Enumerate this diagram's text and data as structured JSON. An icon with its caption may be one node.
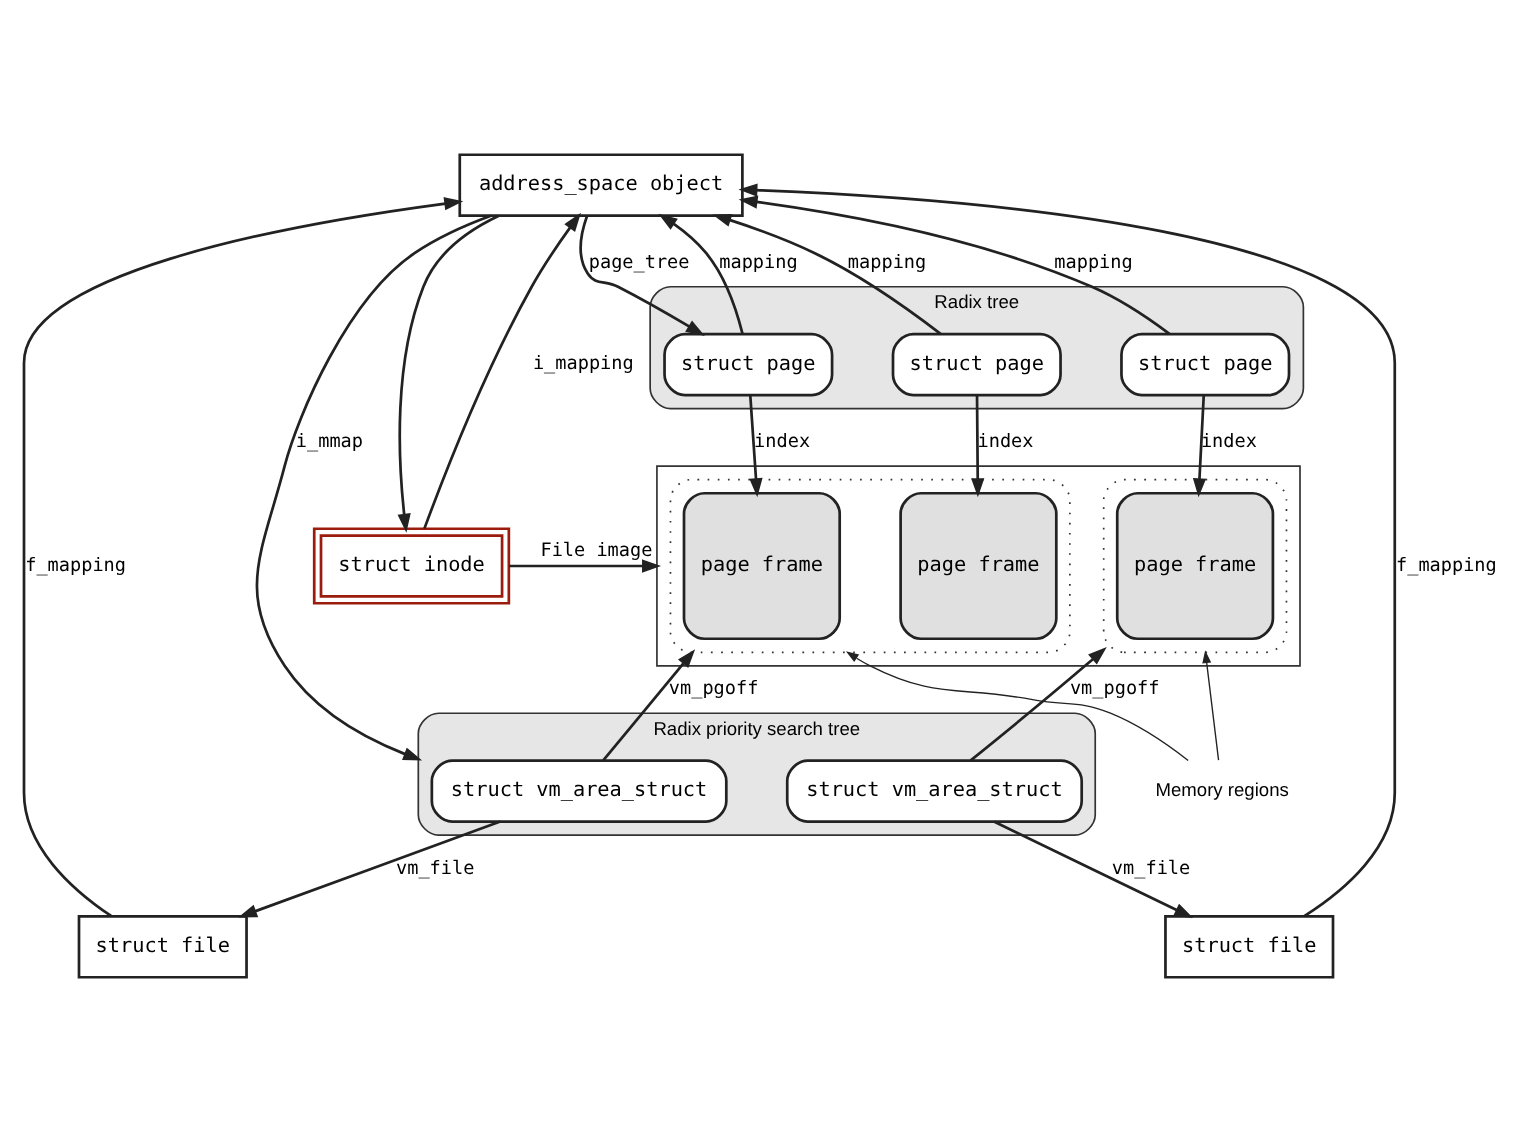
{
  "diagram": {
    "nodes": [
      {
        "text": [
          "address_space object"
        ]
      },
      {
        "text": [
          "Radix tree"
        ]
      },
      {
        "text": [
          "struct page"
        ],
        "in": 1
      },
      {
        "text": [
          "struct page"
        ],
        "in": 1
      },
      {
        "text": [
          "struct page"
        ],
        "in": 1
      },
      {
        "text": [
          "struct inode"
        ]
      },
      {
        "text": [],
        "shape": "box"
      },
      {
        "text": [],
        "shape": "box",
        "in": 6
      },
      {
        "text": [
          "page frame"
        ],
        "in": 7
      },
      {
        "text": [
          "page frame"
        ],
        "in": 7
      },
      {
        "text": [],
        "shape": "box",
        "in": 6
      },
      {
        "text": [
          "page frame"
        ],
        "in": 10
      },
      {
        "text": [
          "Memory regions"
        ]
      },
      {
        "text": [
          "Radix priority search tree"
        ]
      },
      {
        "text": [
          "struct vm_area_struct"
        ],
        "in": 13
      },
      {
        "text": [
          "struct vm_area_struct"
        ],
        "in": 13
      },
      {
        "text": [
          "struct file"
        ]
      },
      {
        "text": [
          "struct file"
        ]
      }
    ],
    "edges": [
      {
        "from": 2,
        "to": 0,
        "arrow": "to",
        "label": "mapping"
      },
      {
        "from": 3,
        "to": 0,
        "arrow": "to",
        "label": "mapping"
      },
      {
        "from": 4,
        "to": 0,
        "arrow": "to",
        "label": "mapping"
      },
      {
        "from": 0,
        "to": 2,
        "arrow": "to",
        "label": "page_tree"
      },
      {
        "from": 2,
        "to": 8,
        "arrow": "to",
        "label": "index"
      },
      {
        "from": 3,
        "to": 9,
        "arrow": "to",
        "label": "index"
      },
      {
        "from": 4,
        "to": 11,
        "arrow": "to",
        "label": "index"
      },
      {
        "from": 0,
        "to": 5,
        "arrow": "to"
      },
      {
        "from": 5,
        "to": 0,
        "arrow": "to",
        "label": "i_mapping"
      },
      {
        "from": 5,
        "to": 6,
        "arrow": "to",
        "label": "File image"
      },
      {
        "from": 0,
        "to": 13,
        "arrow": "to",
        "label": "i_mmap"
      },
      {
        "from": 14,
        "to": 7,
        "arrow": "to",
        "label": "vm_pgoff"
      },
      {
        "from": 15,
        "to": 10,
        "arrow": "to",
        "label": "vm_pgoff"
      },
      {
        "from": 12,
        "to": 7,
        "arrow": "to"
      },
      {
        "from": 12,
        "to": 10,
        "arrow": "to"
      },
      {
        "from": 14,
        "to": 16,
        "arrow": "to",
        "label": "vm_file"
      },
      {
        "from": 15,
        "to": 17,
        "arrow": "to",
        "label": "vm_file"
      },
      {
        "from": 16,
        "to": 0,
        "arrow": "to",
        "label": "f_mapping"
      },
      {
        "from": 17,
        "to": 0,
        "arrow": "to",
        "label": "f_mapping"
      }
    ]
  }
}
